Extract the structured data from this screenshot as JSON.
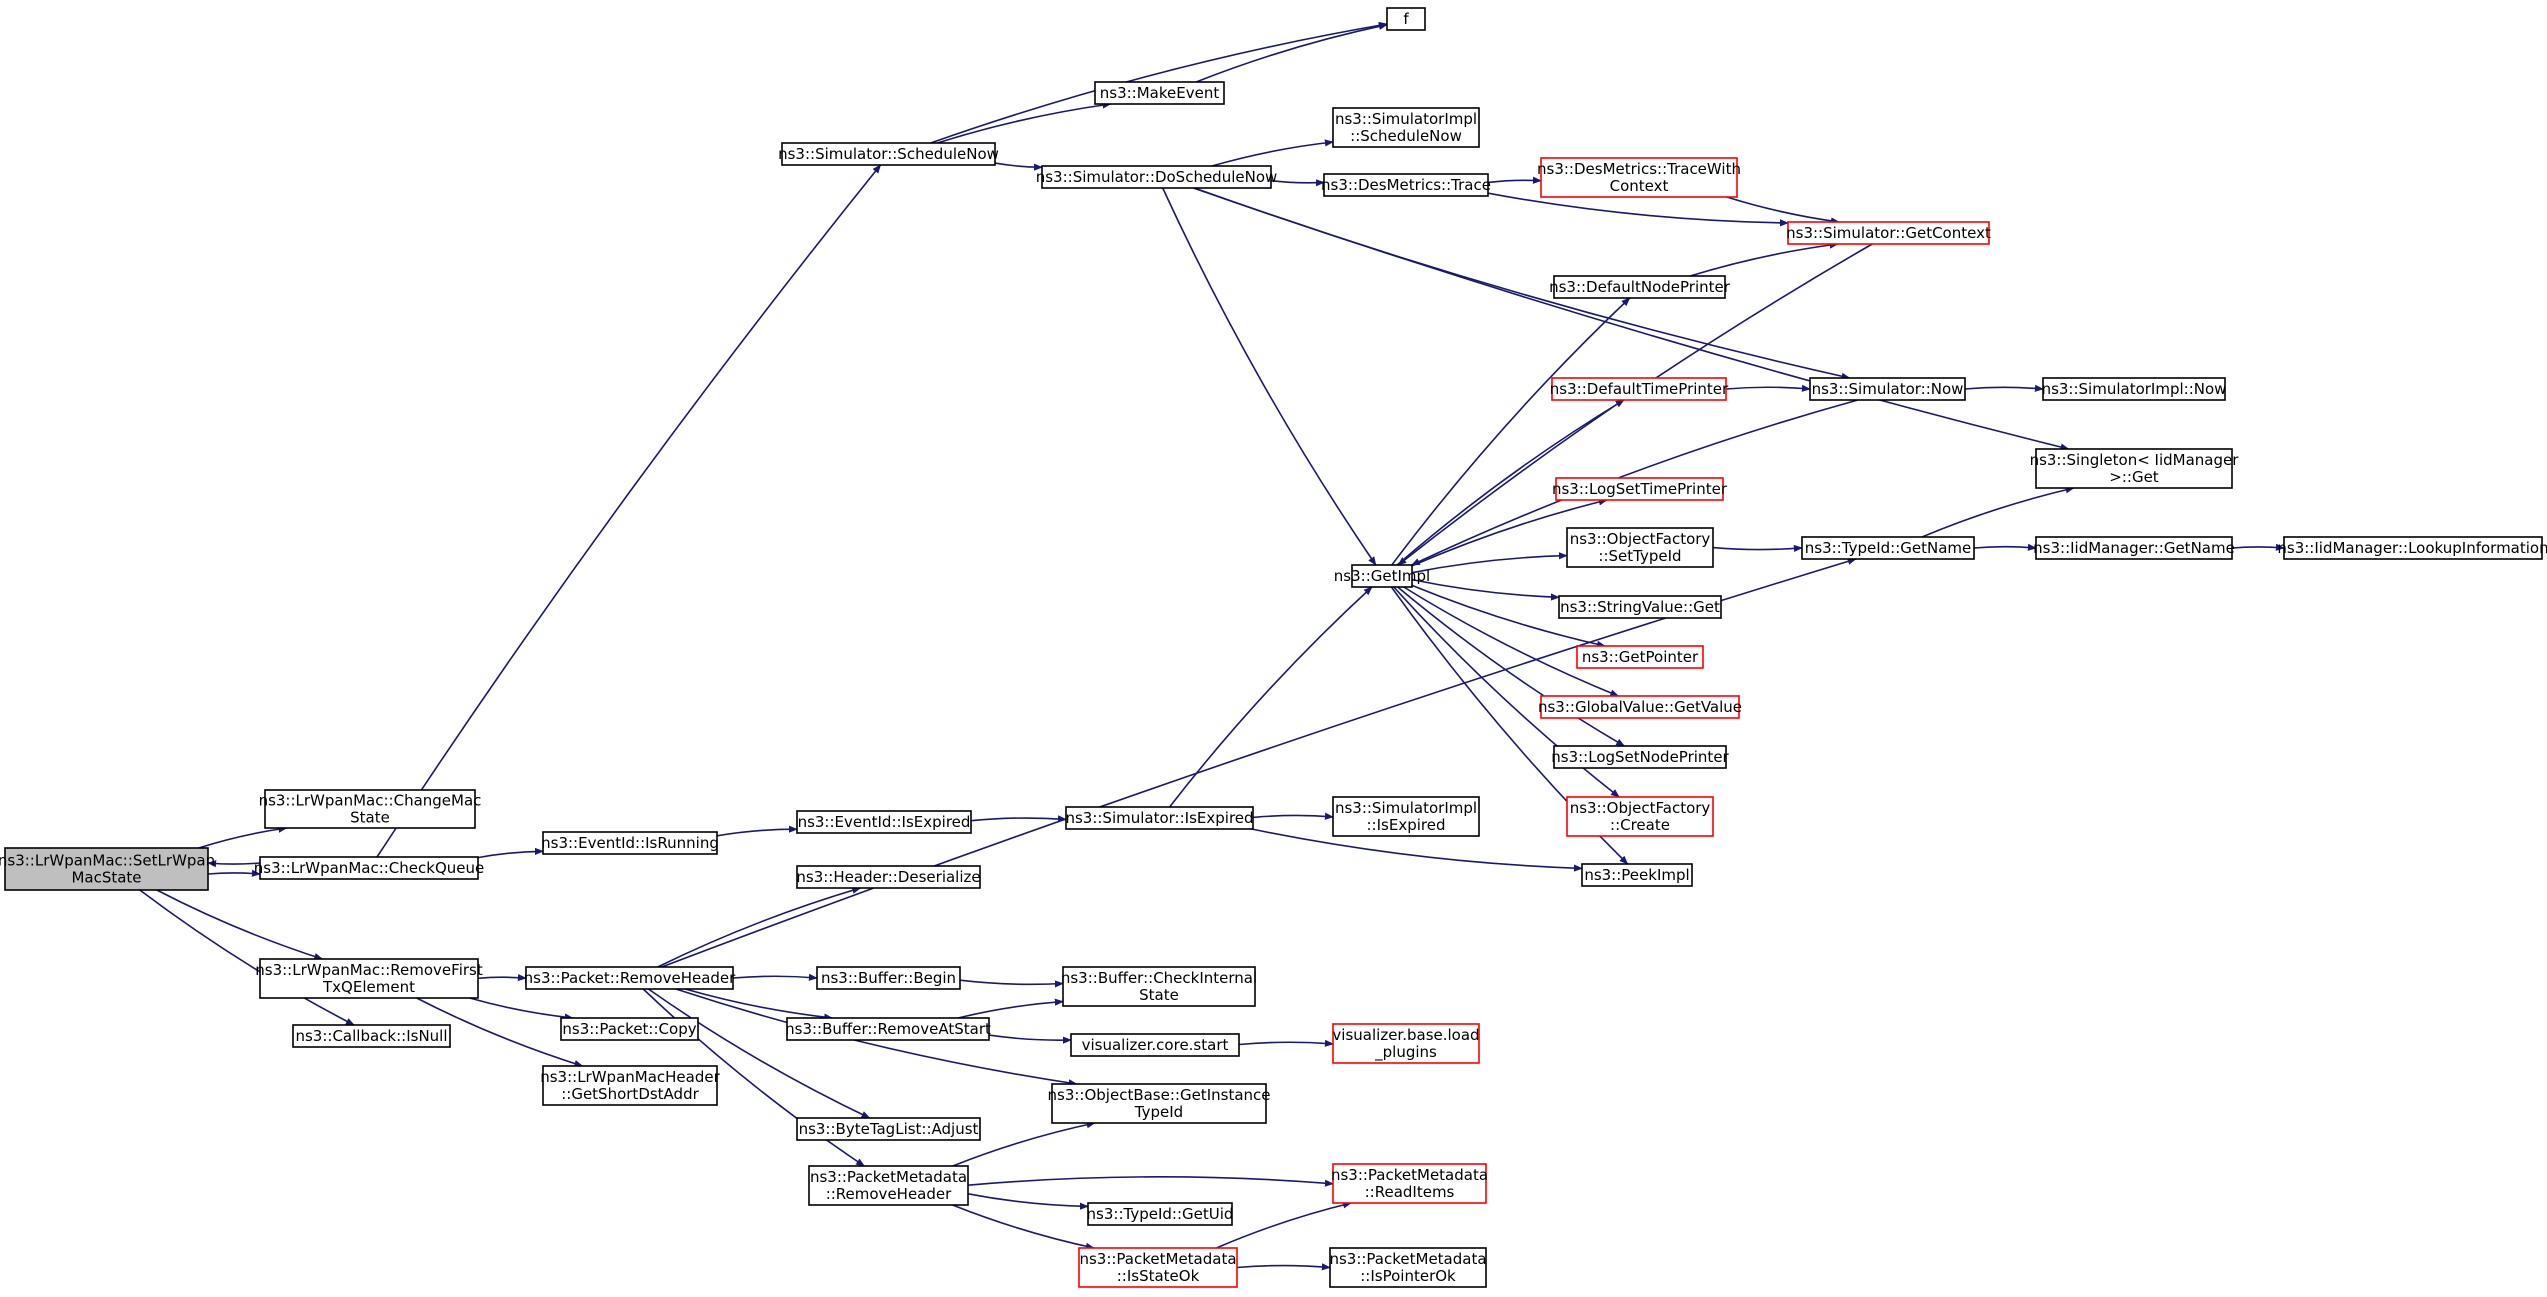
{
  "colors": {
    "edge": "#191970",
    "node_border": "#000000",
    "node_border_incomplete": "#ff0000",
    "node_fill": "#ffffff",
    "root_fill": "#bfbfbf"
  },
  "nodes": [
    {
      "id": "root",
      "lines": [
        "ns3::LrWpanMac::SetLrWpan",
        "MacState"
      ],
      "style": "root"
    },
    {
      "id": "changeMacState",
      "lines": [
        "ns3::LrWpanMac::ChangeMac",
        "State"
      ],
      "style": "normal"
    },
    {
      "id": "checkQueue",
      "lines": [
        "ns3::LrWpanMac::CheckQueue"
      ],
      "style": "normal"
    },
    {
      "id": "removeFirst",
      "lines": [
        "ns3::LrWpanMac::RemoveFirst",
        "TxQElement"
      ],
      "style": "normal"
    },
    {
      "id": "callbackIsNull",
      "lines": [
        "ns3::Callback::IsNull"
      ],
      "style": "normal"
    },
    {
      "id": "eventIdIsRunning",
      "lines": [
        "ns3::EventId::IsRunning"
      ],
      "style": "normal"
    },
    {
      "id": "eventIdIsExpired",
      "lines": [
        "ns3::EventId::IsExpired"
      ],
      "style": "normal"
    },
    {
      "id": "simIsExpired",
      "lines": [
        "ns3::Simulator::IsExpired"
      ],
      "style": "normal"
    },
    {
      "id": "simImplIsExpired",
      "lines": [
        "ns3::SimulatorImpl",
        "::IsExpired"
      ],
      "style": "normal"
    },
    {
      "id": "peekImpl",
      "lines": [
        "ns3::PeekImpl"
      ],
      "style": "normal"
    },
    {
      "id": "getImpl",
      "lines": [
        "ns3::GetImpl"
      ],
      "style": "normal"
    },
    {
      "id": "scheduleNow",
      "lines": [
        "ns3::Simulator::ScheduleNow"
      ],
      "style": "normal"
    },
    {
      "id": "makeEvent",
      "lines": [
        "ns3::MakeEvent"
      ],
      "style": "normal"
    },
    {
      "id": "f",
      "lines": [
        "f"
      ],
      "style": "normal"
    },
    {
      "id": "doScheduleNow",
      "lines": [
        "ns3::Simulator::DoScheduleNow"
      ],
      "style": "normal"
    },
    {
      "id": "simImplScheduleNow",
      "lines": [
        "ns3::SimulatorImpl",
        "::ScheduleNow"
      ],
      "style": "normal"
    },
    {
      "id": "desMetricsTrace",
      "lines": [
        "ns3::DesMetrics::Trace"
      ],
      "style": "normal"
    },
    {
      "id": "desMetricsTraceWithContext",
      "lines": [
        "ns3::DesMetrics::TraceWith",
        "Context"
      ],
      "style": "incomplete"
    },
    {
      "id": "getContext",
      "lines": [
        "ns3::Simulator::GetContext"
      ],
      "style": "incomplete"
    },
    {
      "id": "defaultNodePrinter",
      "lines": [
        "ns3::DefaultNodePrinter"
      ],
      "style": "normal"
    },
    {
      "id": "defaultTimePrinter",
      "lines": [
        "ns3::DefaultTimePrinter"
      ],
      "style": "incomplete"
    },
    {
      "id": "simNow",
      "lines": [
        "ns3::Simulator::Now"
      ],
      "style": "normal"
    },
    {
      "id": "simImplNow",
      "lines": [
        "ns3::SimulatorImpl::Now"
      ],
      "style": "normal"
    },
    {
      "id": "singletonGet",
      "lines": [
        "ns3::Singleton< IidManager",
        ">::Get"
      ],
      "style": "normal"
    },
    {
      "id": "logSetTimePrinter",
      "lines": [
        "ns3::LogSetTimePrinter"
      ],
      "style": "incomplete"
    },
    {
      "id": "objFactorySetTypeId",
      "lines": [
        "ns3::ObjectFactory",
        "::SetTypeId"
      ],
      "style": "normal"
    },
    {
      "id": "typeIdGetName",
      "lines": [
        "ns3::TypeId::GetName"
      ],
      "style": "normal"
    },
    {
      "id": "iidManagerGetName",
      "lines": [
        "ns3::IidManager::GetName"
      ],
      "style": "normal"
    },
    {
      "id": "iidManagerLookup",
      "lines": [
        "ns3::IidManager::LookupInformation"
      ],
      "style": "normal"
    },
    {
      "id": "stringValueGet",
      "lines": [
        "ns3::StringValue::Get"
      ],
      "style": "normal"
    },
    {
      "id": "getPointer",
      "lines": [
        "ns3::GetPointer"
      ],
      "style": "incomplete"
    },
    {
      "id": "globalValueGetValue",
      "lines": [
        "ns3::GlobalValue::GetValue"
      ],
      "style": "incomplete"
    },
    {
      "id": "logSetNodePrinter",
      "lines": [
        "ns3::LogSetNodePrinter"
      ],
      "style": "normal"
    },
    {
      "id": "objFactoryCreate",
      "lines": [
        "ns3::ObjectFactory",
        "::Create"
      ],
      "style": "incomplete"
    },
    {
      "id": "headerDeserialize",
      "lines": [
        "ns3::Header::Deserialize"
      ],
      "style": "normal"
    },
    {
      "id": "packetRemoveHeader",
      "lines": [
        "ns3::Packet::RemoveHeader"
      ],
      "style": "normal"
    },
    {
      "id": "bufferBegin",
      "lines": [
        "ns3::Buffer::Begin"
      ],
      "style": "normal"
    },
    {
      "id": "bufferCheckInternal",
      "lines": [
        "ns3::Buffer::CheckInternal",
        "State"
      ],
      "style": "normal"
    },
    {
      "id": "bufferRemoveAtStart",
      "lines": [
        "ns3::Buffer::RemoveAtStart"
      ],
      "style": "normal"
    },
    {
      "id": "vizCoreStart",
      "lines": [
        "visualizer.core.start"
      ],
      "style": "normal"
    },
    {
      "id": "vizBaseLoadPlugins",
      "lines": [
        "visualizer.base.load",
        "_plugins"
      ],
      "style": "incomplete"
    },
    {
      "id": "packetCopy",
      "lines": [
        "ns3::Packet::Copy"
      ],
      "style": "normal"
    },
    {
      "id": "lrWpanMacHeaderGetShortDst",
      "lines": [
        "ns3::LrWpanMacHeader",
        "::GetShortDstAddr"
      ],
      "style": "normal"
    },
    {
      "id": "objectBaseGetInstanceTypeId",
      "lines": [
        "ns3::ObjectBase::GetInstance",
        "TypeId"
      ],
      "style": "normal"
    },
    {
      "id": "byteTagListAdjust",
      "lines": [
        "ns3::ByteTagList::Adjust"
      ],
      "style": "normal"
    },
    {
      "id": "packetMetadataRemoveHeader",
      "lines": [
        "ns3::PacketMetadata",
        "::RemoveHeader"
      ],
      "style": "normal"
    },
    {
      "id": "packetMetadataReadItems",
      "lines": [
        "ns3::PacketMetadata",
        "::ReadItems"
      ],
      "style": "incomplete"
    },
    {
      "id": "typeIdGetUid",
      "lines": [
        "ns3::TypeId::GetUid"
      ],
      "style": "normal"
    },
    {
      "id": "packetMetadataIsStateOk",
      "lines": [
        "ns3::PacketMetadata",
        "::IsStateOk"
      ],
      "style": "incomplete"
    },
    {
      "id": "packetMetadataIsPointerOk",
      "lines": [
        "ns3::PacketMetadata",
        "::IsPointerOk"
      ],
      "style": "normal"
    }
  ],
  "edges": [
    [
      "root",
      "changeMacState"
    ],
    [
      "root",
      "checkQueue"
    ],
    [
      "checkQueue",
      "root"
    ],
    [
      "root",
      "removeFirst"
    ],
    [
      "root",
      "callbackIsNull"
    ],
    [
      "checkQueue",
      "eventIdIsRunning"
    ],
    [
      "checkQueue",
      "scheduleNow"
    ],
    [
      "eventIdIsRunning",
      "eventIdIsExpired"
    ],
    [
      "eventIdIsExpired",
      "simIsExpired"
    ],
    [
      "simIsExpired",
      "simImplIsExpired"
    ],
    [
      "simIsExpired",
      "peekImpl"
    ],
    [
      "simIsExpired",
      "getImpl"
    ],
    [
      "scheduleNow",
      "makeEvent"
    ],
    [
      "scheduleNow",
      "f"
    ],
    [
      "makeEvent",
      "f"
    ],
    [
      "scheduleNow",
      "doScheduleNow"
    ],
    [
      "doScheduleNow",
      "simImplScheduleNow"
    ],
    [
      "doScheduleNow",
      "desMetricsTrace"
    ],
    [
      "doScheduleNow",
      "singletonGet"
    ],
    [
      "doScheduleNow",
      "simNow"
    ],
    [
      "doScheduleNow",
      "getImpl"
    ],
    [
      "desMetricsTrace",
      "desMetricsTraceWithContext"
    ],
    [
      "desMetricsTrace",
      "getContext"
    ],
    [
      "desMetricsTraceWithContext",
      "getContext"
    ],
    [
      "defaultNodePrinter",
      "getContext"
    ],
    [
      "defaultTimePrinter",
      "simNow"
    ],
    [
      "simNow",
      "simImplNow"
    ],
    [
      "simNow",
      "getImpl"
    ],
    [
      "getContext",
      "getImpl"
    ],
    [
      "getImpl",
      "defaultNodePrinter"
    ],
    [
      "getImpl",
      "defaultTimePrinter"
    ],
    [
      "getImpl",
      "logSetTimePrinter"
    ],
    [
      "getImpl",
      "objFactorySetTypeId"
    ],
    [
      "getImpl",
      "stringValueGet"
    ],
    [
      "getImpl",
      "getPointer"
    ],
    [
      "getImpl",
      "globalValueGetValue"
    ],
    [
      "getImpl",
      "logSetNodePrinter"
    ],
    [
      "getImpl",
      "objFactoryCreate"
    ],
    [
      "getImpl",
      "peekImpl"
    ],
    [
      "objFactorySetTypeId",
      "typeIdGetName"
    ],
    [
      "typeIdGetName",
      "singletonGet"
    ],
    [
      "typeIdGetName",
      "iidManagerGetName"
    ],
    [
      "iidManagerGetName",
      "iidManagerLookup"
    ],
    [
      "removeFirst",
      "packetRemoveHeader"
    ],
    [
      "removeFirst",
      "packetCopy"
    ],
    [
      "removeFirst",
      "lrWpanMacHeaderGetShortDst"
    ],
    [
      "packetRemoveHeader",
      "headerDeserialize"
    ],
    [
      "packetRemoveHeader",
      "bufferBegin"
    ],
    [
      "packetRemoveHeader",
      "bufferRemoveAtStart"
    ],
    [
      "packetRemoveHeader",
      "objectBaseGetInstanceTypeId"
    ],
    [
      "packetRemoveHeader",
      "byteTagListAdjust"
    ],
    [
      "packetRemoveHeader",
      "packetMetadataRemoveHeader"
    ],
    [
      "packetRemoveHeader",
      "typeIdGetName"
    ],
    [
      "bufferBegin",
      "bufferCheckInternal"
    ],
    [
      "bufferRemoveAtStart",
      "bufferCheckInternal"
    ],
    [
      "bufferRemoveAtStart",
      "vizCoreStart"
    ],
    [
      "vizCoreStart",
      "vizBaseLoadPlugins"
    ],
    [
      "packetMetadataRemoveHeader",
      "objectBaseGetInstanceTypeId"
    ],
    [
      "packetMetadataRemoveHeader",
      "packetMetadataReadItems"
    ],
    [
      "packetMetadataRemoveHeader",
      "typeIdGetUid"
    ],
    [
      "packetMetadataRemoveHeader",
      "packetMetadataIsStateOk"
    ],
    [
      "packetMetadataIsStateOk",
      "packetMetadataReadItems"
    ],
    [
      "packetMetadataIsStateOk",
      "packetMetadataIsPointerOk"
    ]
  ]
}
